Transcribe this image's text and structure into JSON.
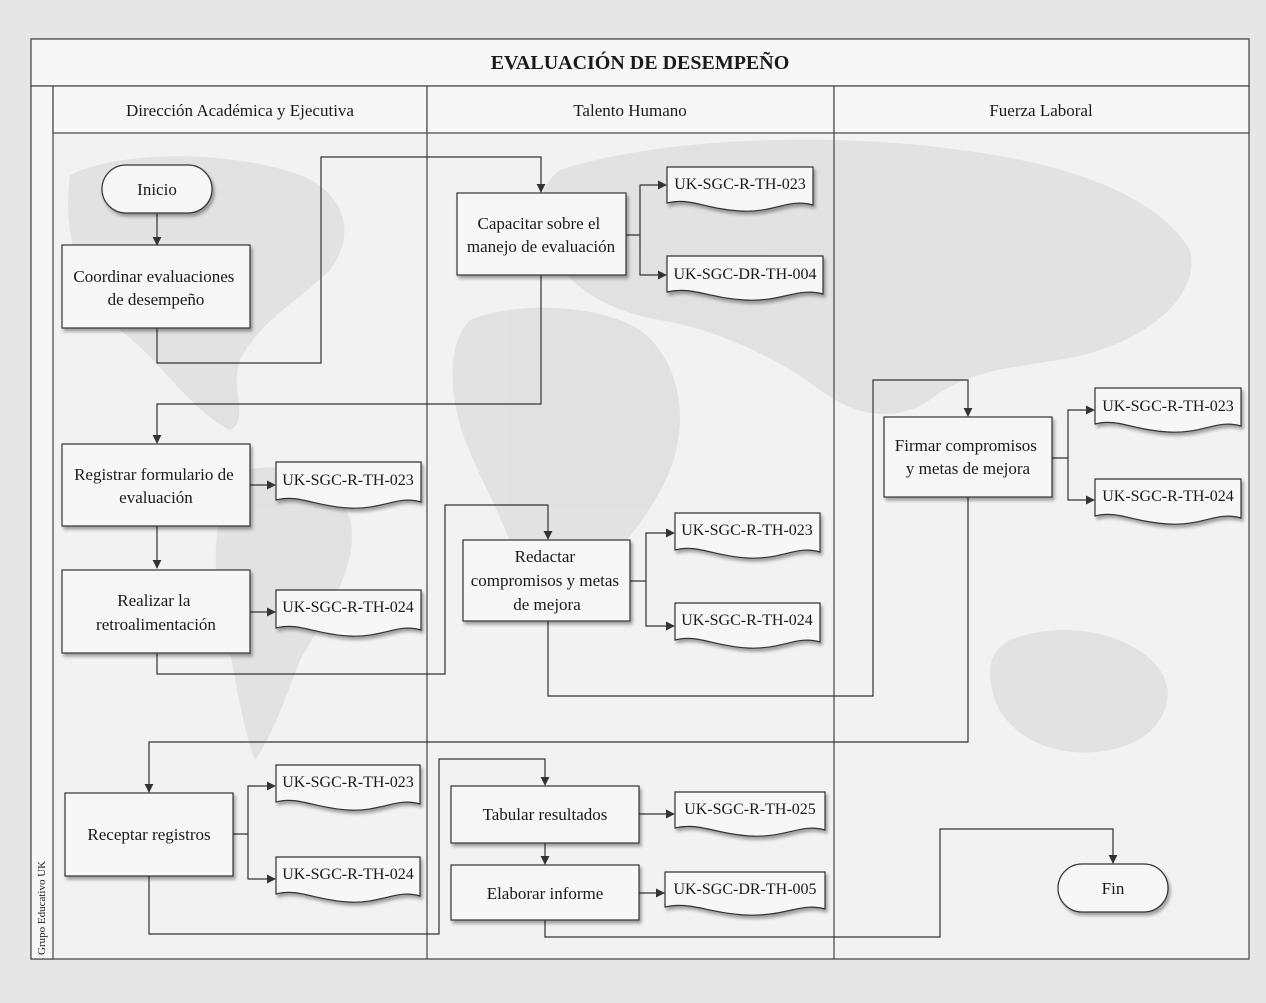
{
  "title": "EVALUACIÓN DE DESEMPEÑO",
  "pool_label": "Grupo Educativo UK",
  "lanes": {
    "direccion": "Dirección Académica y Ejecutiva",
    "talento": "Talento Humano",
    "fuerza": "Fuerza Laboral"
  },
  "terminators": {
    "inicio": "Inicio",
    "fin": "Fin"
  },
  "processes": {
    "coordinar": [
      "Coordinar evaluaciones",
      "de desempeño"
    ],
    "capacitar": [
      "Capacitar sobre el",
      "manejo de evaluación"
    ],
    "registrar": [
      "Registrar formulario de",
      "evaluación"
    ],
    "realizar": [
      "Realizar la",
      "retroalimentación"
    ],
    "redactar": [
      "Redactar",
      "compromisos y metas",
      "de mejora"
    ],
    "firmar": [
      "Firmar compromisos",
      "y metas de mejora"
    ],
    "receptar": [
      "Receptar registros"
    ],
    "tabular": [
      "Tabular resultados"
    ],
    "elaborar": [
      "Elaborar informe"
    ]
  },
  "documents": {
    "cap_doc1": "UK-SGC-R-TH-023",
    "cap_doc2": "UK-SGC-DR-TH-004",
    "reg_doc": "UK-SGC-R-TH-023",
    "rea_doc": "UK-SGC-R-TH-024",
    "red_doc1": "UK-SGC-R-TH-023",
    "red_doc2": "UK-SGC-R-TH-024",
    "fir_doc1": "UK-SGC-R-TH-023",
    "fir_doc2": "UK-SGC-R-TH-024",
    "rec_doc1": "UK-SGC-R-TH-023",
    "rec_doc2": "UK-SGC-R-TH-024",
    "tab_doc": "UK-SGC-R-TH-025",
    "ela_doc": "UK-SGC-DR-TH-005"
  },
  "colors": {
    "page_background": "#e6e6e6",
    "diagram_background": "#f2f2f2",
    "header_fill": "#f7f7f7",
    "shape_fill": "#f7f7f7",
    "line": "#333333"
  }
}
